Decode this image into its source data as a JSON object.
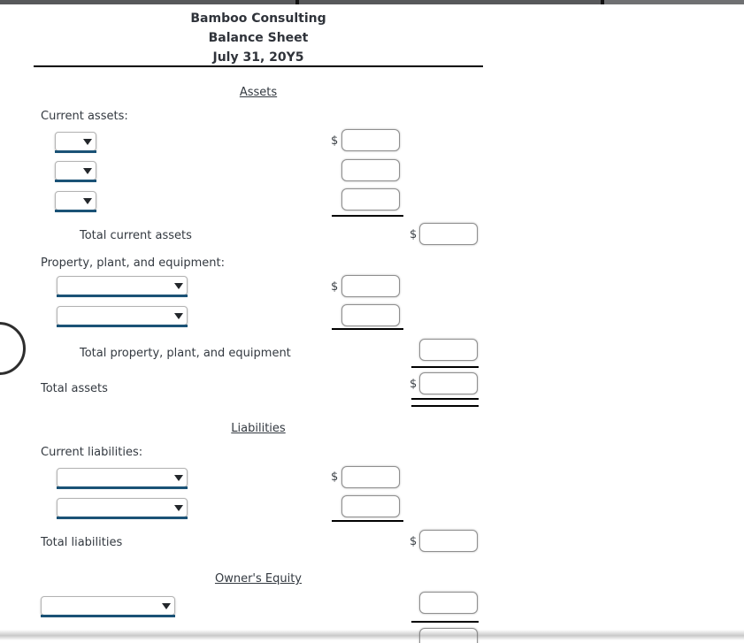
{
  "title": {
    "company": "Bamboo Consulting",
    "statement": "Balance Sheet",
    "date": "July 31, 20Y5"
  },
  "headings": {
    "assets": "Assets",
    "liabilities": "Liabilities",
    "owners_equity": "Owner's Equity"
  },
  "labels": {
    "current_assets": "Current assets:",
    "total_current_assets": "Total current assets",
    "ppe": "Property, plant, and equipment:",
    "total_ppe": "Total property, plant, and equipment",
    "total_assets": "Total assets",
    "current_liabilities": "Current liabilities:",
    "total_liabilities": "Total liabilities"
  },
  "symbols": {
    "dollar": "$"
  },
  "form": {
    "current_assets_rows": [
      {
        "account": "",
        "amount": ""
      },
      {
        "account": "",
        "amount": ""
      },
      {
        "account": "",
        "amount": ""
      }
    ],
    "total_current_assets": "",
    "ppe_rows": [
      {
        "account": "",
        "amount": ""
      },
      {
        "account": "",
        "amount": ""
      }
    ],
    "total_ppe": "",
    "total_assets": "",
    "current_liabilities_rows": [
      {
        "account": "",
        "amount": ""
      },
      {
        "account": "",
        "amount": ""
      }
    ],
    "total_liabilities": "",
    "owners_equity_row": {
      "account": "",
      "amount": ""
    },
    "owners_equity_total": ""
  },
  "colors": {
    "dropdown_underline": "#1a5276",
    "rule_line": "#000000",
    "topbar": "#58595b"
  }
}
